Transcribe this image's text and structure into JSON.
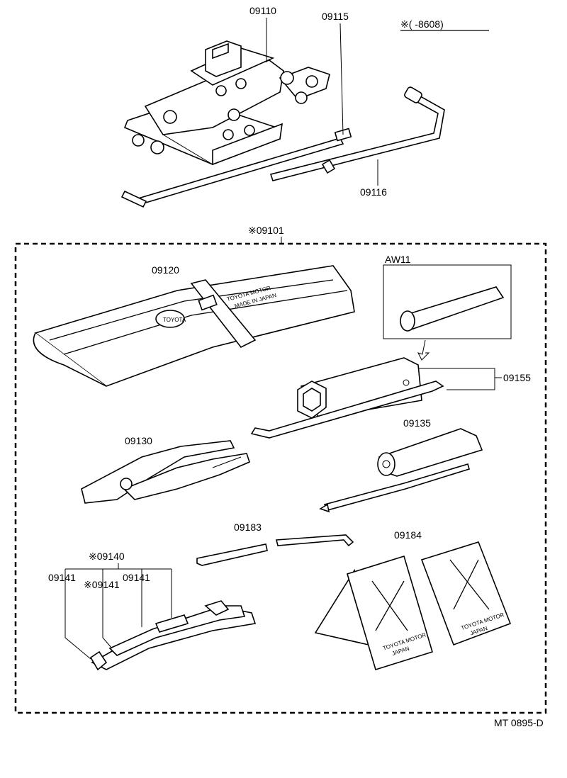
{
  "footer_code": "MT 0895-D",
  "date_note": "※(      -8608)",
  "kit_label": "※09101",
  "labels": {
    "jack": "09110",
    "jack_handle": "09115",
    "wheel_wrench": "09116",
    "tool_bag": "09120",
    "aw11_box": "AW11",
    "plug_wrench": "09155",
    "pliers": "09130",
    "screwdriver": "09135",
    "extension_bar": "09183",
    "wheel_chocks": "09184",
    "wrench_set": "※09140",
    "wrench_a": "09141",
    "wrench_b": "※09141",
    "wrench_c": "09141"
  },
  "imprints": {
    "bag_line1": "TOYOTA MOTOR",
    "bag_line2": "MADE IN JAPAN",
    "chock_line1": "TOYOTA MOTOR",
    "chock_line2": "JAPAN"
  }
}
